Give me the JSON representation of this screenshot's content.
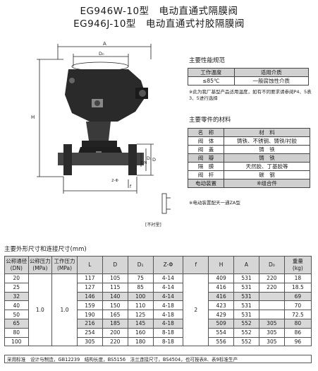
{
  "title_line1": "EG946W-10型　电动直通式隔膜阀",
  "title_line2": "EG946J-10型　电动直通式衬胶隔膜阀",
  "drawing": {
    "labels": {
      "A": "A",
      "D0": "D₀",
      "H": "H",
      "D": "D",
      "D1": "D₁",
      "DN": "DN",
      "f": "f",
      "zd": "2-Φ"
    },
    "caption": "[不衬里]"
  },
  "performance": {
    "heading": "主要性能规范",
    "headers": [
      "工作温度",
      "适用介质"
    ],
    "row": [
      "≤85℃",
      "一般腐蚀性介质"
    ],
    "note": "※此为我厂基型产品适用温度，如有不同要求请参阅P4、5表3、5进行选择"
  },
  "materials": {
    "heading": "主要零件的材料",
    "headers": [
      "名　称",
      "材　料"
    ],
    "rows": [
      [
        "阀　体",
        "铸铁、不锈钢、铸铁/衬胶"
      ],
      [
        "阀　盖",
        "铸　铁"
      ],
      [
        "阀　瓣",
        "铸　铁"
      ],
      [
        "隔　膜",
        "天然胶、丁基胶等"
      ],
      [
        "阀　杆",
        "碳　钢"
      ],
      [
        "电动装置",
        "※组合件"
      ]
    ],
    "note": "※电动装置配天一通ZA型"
  },
  "dimensions": {
    "heading": "主要外形尺寸和连接尺寸(mm)",
    "headers": [
      "公称通径\n(DN)",
      "公称压力\n(MPa)",
      "工作压力\n(MPa)",
      "L",
      "D",
      "D₁",
      "Z-Φ",
      "f",
      "H",
      "A",
      "D₀",
      "重量\n(kg)"
    ],
    "nominal_pressure": "1.0",
    "working_pressure": "1.0",
    "f_value": "2",
    "rows": [
      [
        "20",
        "117",
        "105",
        "75",
        "4-14",
        "409",
        "531",
        "220",
        "18"
      ],
      [
        "25",
        "127",
        "115",
        "85",
        "4-14",
        "416",
        "531",
        "220",
        "18.5"
      ],
      [
        "32",
        "146",
        "140",
        "100",
        "4-14",
        "416",
        "531",
        "",
        "69"
      ],
      [
        "40",
        "159",
        "150",
        "110",
        "4-18",
        "423",
        "531",
        "",
        "70"
      ],
      [
        "50",
        "190",
        "165",
        "125",
        "4-18",
        "429",
        "531",
        "",
        "72.5"
      ],
      [
        "65",
        "216",
        "185",
        "145",
        "4-18",
        "509",
        "552",
        "305",
        "80"
      ],
      [
        "80",
        "254",
        "200",
        "160",
        "8-18",
        "554",
        "552",
        "305",
        "86"
      ],
      [
        "100",
        "305",
        "220",
        "180",
        "8-18",
        "556",
        "552",
        "305",
        "96"
      ]
    ],
    "footer": "采用标准　设计与制造，GB12239　结构长度，BS5156　法兰连接尺寸，BS4504，也可按表8、表9标准生产"
  }
}
